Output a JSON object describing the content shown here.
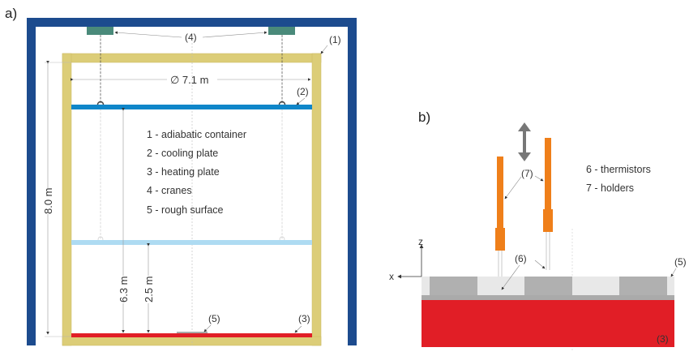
{
  "panels": {
    "a": {
      "label": "a)",
      "callouts": {
        "container": "(1)",
        "cooling": "(2)",
        "heating": "(3)",
        "cranes": "(4)",
        "surface": "(5)"
      },
      "dimensions": {
        "diameter": "∅ 7.1 m",
        "height": "8.0 m",
        "cooling_height": "6.3 m",
        "lower_height": "2.5 m"
      },
      "legend": [
        "1 - adiabatic container",
        "2 - cooling plate",
        "3 - heating plate",
        "4 - cranes",
        "5 - rough surface"
      ]
    },
    "b": {
      "label": "b)",
      "callouts": {
        "holders": "(7)",
        "thermistors": "(6)",
        "surface": "(5)",
        "heating": "(3)"
      },
      "axes": {
        "x": "x",
        "z": "z"
      },
      "legend": [
        "6 - thermistors",
        "7 - holders"
      ]
    }
  },
  "colors": {
    "frame": "#1c4b8e",
    "container": "#dccd78",
    "crane": "#4a8a7a",
    "cooling_top": "#0f86c9",
    "cooling_bottom": "#aedbf2",
    "heating": "#e11e26",
    "holder": "#ef7f1a",
    "roughness": "#b0b0b0"
  }
}
